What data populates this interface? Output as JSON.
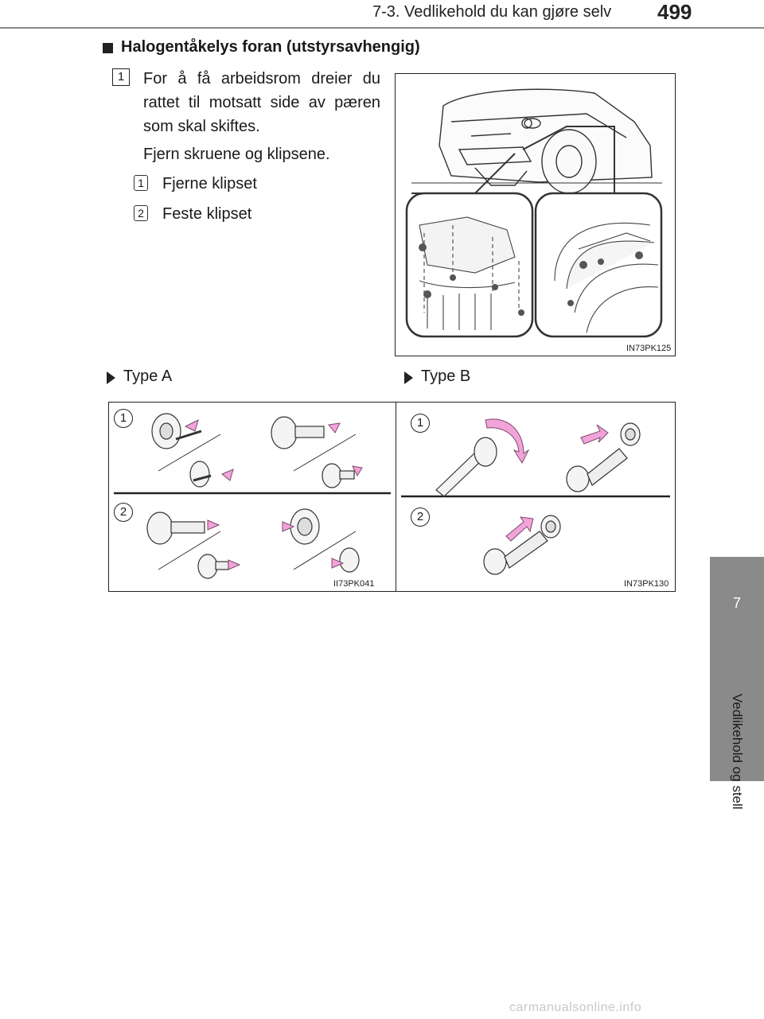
{
  "header": {
    "section_title": "7-3. Vedlikehold du kan gjøre selv",
    "page_number": "499"
  },
  "side_tab": {
    "chapter_number": "7",
    "chapter_label": "Vedlikehold og stell"
  },
  "section": {
    "title": "Halogentåkelys foran (utstyrsavhengig)"
  },
  "step": {
    "number": "1",
    "text": "For å få arbeidsrom dreier du rattet til motsatt side av pæren som skal skiftes.",
    "text2": "Fjern skruene og klipsene.",
    "substeps": [
      {
        "number": "1",
        "label": "Fjerne klipset"
      },
      {
        "number": "2",
        "label": "Feste klipset"
      }
    ]
  },
  "figures": {
    "main_code": "IN73PK125",
    "type_a": {
      "label": "Type A",
      "code": "II73PK041",
      "markers": [
        "1",
        "2"
      ]
    },
    "type_b": {
      "label": "Type B",
      "code": "IN73PK130",
      "markers": [
        "1",
        "2"
      ]
    }
  },
  "colors": {
    "accent_pink": "#f2a3d9",
    "tab_gray": "#8a8a8a"
  },
  "footer": {
    "watermark": "carmanualsonline.info"
  }
}
